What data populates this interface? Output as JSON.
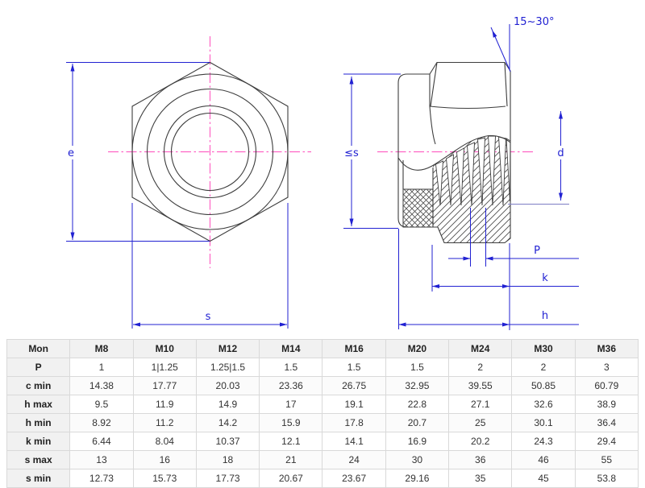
{
  "drawing": {
    "front_view": {
      "label_e": "e",
      "label_s": "s"
    },
    "side_view": {
      "label_s_max": "≤s",
      "label_d": "d",
      "label_p": "P",
      "label_k": "k",
      "label_h": "h",
      "label_angle": "15~30°"
    }
  },
  "colors": {
    "dimension_blue": "#2121d2",
    "centerline_pink": "#ff63c5",
    "outline": "#3d3d3d"
  },
  "table": {
    "header": [
      "Mon",
      "M8",
      "M10",
      "M12",
      "M14",
      "M16",
      "M20",
      "M24",
      "M30",
      "M36"
    ],
    "rows": [
      {
        "label": "P",
        "values": [
          "1",
          "1|1.25",
          "1.25|1.5",
          "1.5",
          "1.5",
          "1.5",
          "2",
          "2",
          "3"
        ]
      },
      {
        "label": "c min",
        "values": [
          "14.38",
          "17.77",
          "20.03",
          "23.36",
          "26.75",
          "32.95",
          "39.55",
          "50.85",
          "60.79"
        ]
      },
      {
        "label": "h max",
        "values": [
          "9.5",
          "11.9",
          "14.9",
          "17",
          "19.1",
          "22.8",
          "27.1",
          "32.6",
          "38.9"
        ]
      },
      {
        "label": "h min",
        "values": [
          "8.92",
          "11.2",
          "14.2",
          "15.9",
          "17.8",
          "20.7",
          "25",
          "30.1",
          "36.4"
        ]
      },
      {
        "label": "k min",
        "values": [
          "6.44",
          "8.04",
          "10.37",
          "12.1",
          "14.1",
          "16.9",
          "20.2",
          "24.3",
          "29.4"
        ]
      },
      {
        "label": "s max",
        "values": [
          "13",
          "16",
          "18",
          "21",
          "24",
          "30",
          "36",
          "46",
          "55"
        ]
      },
      {
        "label": "s min",
        "values": [
          "12.73",
          "15.73",
          "17.73",
          "20.67",
          "23.67",
          "29.16",
          "35",
          "45",
          "53.8"
        ]
      }
    ]
  }
}
